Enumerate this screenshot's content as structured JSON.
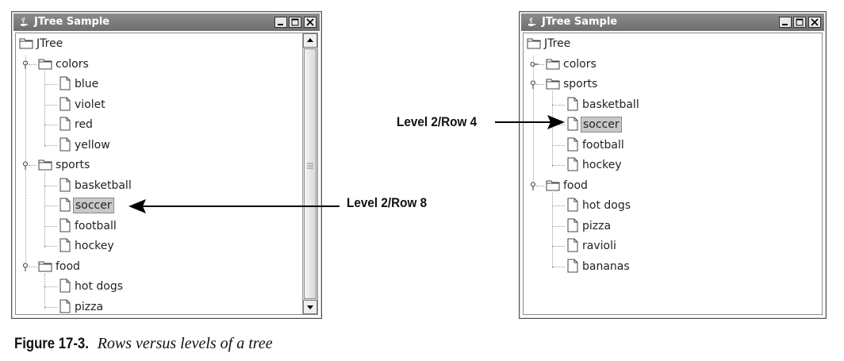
{
  "window_title": "JTree Sample",
  "left_tree": {
    "root": "JTree",
    "nodes": [
      {
        "label": "colors",
        "level": 1,
        "type": "folder",
        "expanded": true
      },
      {
        "label": "blue",
        "level": 2,
        "type": "leaf"
      },
      {
        "label": "violet",
        "level": 2,
        "type": "leaf"
      },
      {
        "label": "red",
        "level": 2,
        "type": "leaf"
      },
      {
        "label": "yellow",
        "level": 2,
        "type": "leaf"
      },
      {
        "label": "sports",
        "level": 1,
        "type": "folder",
        "expanded": true
      },
      {
        "label": "basketball",
        "level": 2,
        "type": "leaf"
      },
      {
        "label": "soccer",
        "level": 2,
        "type": "leaf",
        "selected": true
      },
      {
        "label": "football",
        "level": 2,
        "type": "leaf"
      },
      {
        "label": "hockey",
        "level": 2,
        "type": "leaf"
      },
      {
        "label": "food",
        "level": 1,
        "type": "folder",
        "expanded": true
      },
      {
        "label": "hot dogs",
        "level": 2,
        "type": "leaf"
      },
      {
        "label": "pizza",
        "level": 2,
        "type": "leaf"
      }
    ]
  },
  "right_tree": {
    "root": "JTree",
    "nodes": [
      {
        "label": "colors",
        "level": 1,
        "type": "folder",
        "expanded": false
      },
      {
        "label": "sports",
        "level": 1,
        "type": "folder",
        "expanded": true
      },
      {
        "label": "basketball",
        "level": 2,
        "type": "leaf"
      },
      {
        "label": "soccer",
        "level": 2,
        "type": "leaf",
        "selected": true
      },
      {
        "label": "football",
        "level": 2,
        "type": "leaf"
      },
      {
        "label": "hockey",
        "level": 2,
        "type": "leaf"
      },
      {
        "label": "food",
        "level": 1,
        "type": "folder",
        "expanded": true
      },
      {
        "label": "hot dogs",
        "level": 2,
        "type": "leaf"
      },
      {
        "label": "pizza",
        "level": 2,
        "type": "leaf"
      },
      {
        "label": "ravioli",
        "level": 2,
        "type": "leaf"
      },
      {
        "label": "bananas",
        "level": 2,
        "type": "leaf"
      }
    ]
  },
  "callouts": {
    "left": "Level 2/Row 8",
    "right": "Level 2/Row 4"
  },
  "caption": {
    "number": "Figure 17-3.",
    "text": "Rows versus levels of a tree"
  },
  "colors": {
    "titlebar": "#7a7a7a",
    "selection": "#c8c8c8"
  }
}
